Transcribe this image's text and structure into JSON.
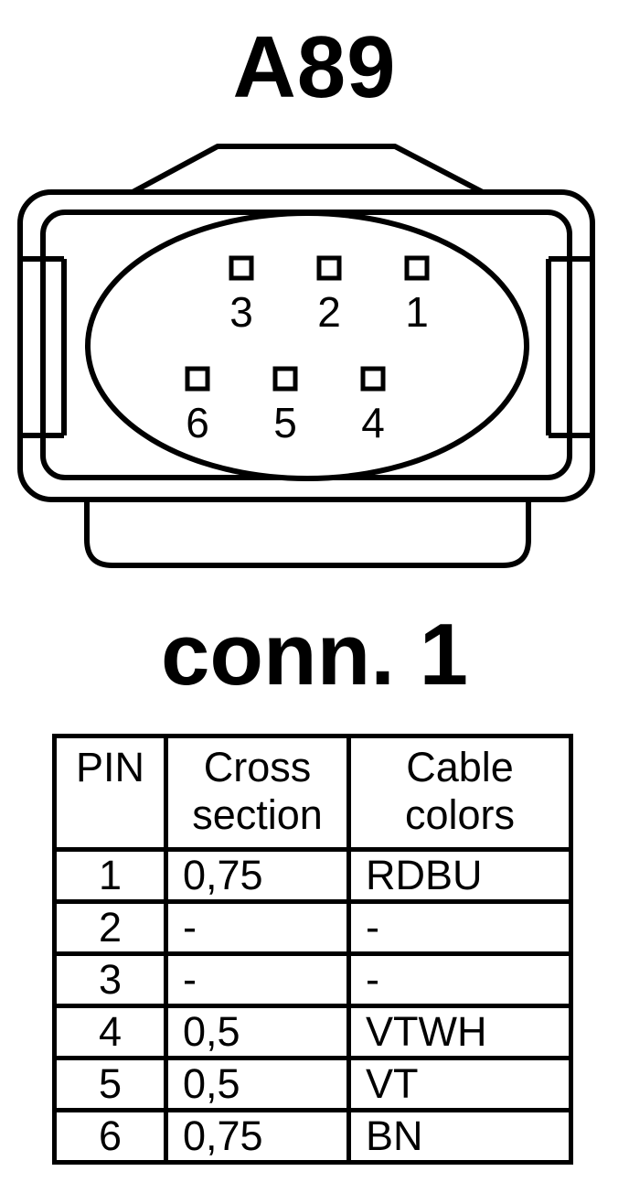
{
  "title": "A89",
  "connector_label": "conn. 1",
  "pin_numbers_top": [
    "3",
    "2",
    "1"
  ],
  "pin_numbers_bottom": [
    "6",
    "5",
    "4"
  ],
  "table": {
    "headers": [
      {
        "line1": "PIN",
        "line2": ""
      },
      {
        "line1": "Cross",
        "line2": "section"
      },
      {
        "line1": "Cable",
        "line2": "colors"
      }
    ],
    "rows": [
      {
        "pin": "1",
        "section": "0,75",
        "color": "RDBU"
      },
      {
        "pin": "2",
        "section": "-",
        "color": "-"
      },
      {
        "pin": "3",
        "section": "-",
        "color": "-"
      },
      {
        "pin": "4",
        "section": "0,5",
        "color": "VTWH"
      },
      {
        "pin": "5",
        "section": "0,5",
        "color": "VT"
      },
      {
        "pin": "6",
        "section": "0,75",
        "color": "BN"
      }
    ]
  }
}
